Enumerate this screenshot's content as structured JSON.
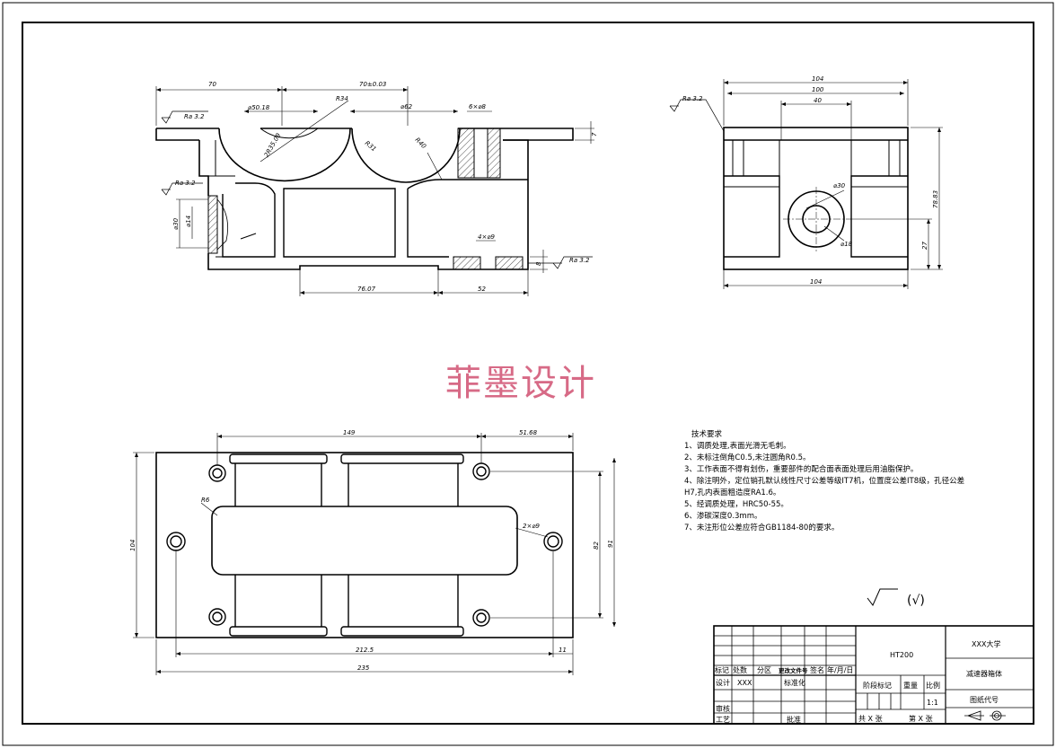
{
  "watermark": "菲墨设计",
  "roughness": {
    "ra": "Ra 3.2"
  },
  "front_view": {
    "dims": {
      "d70": "70",
      "d70tol": "70±0.03",
      "phi50": "⌀50.18",
      "r34": "R34",
      "r35": "2R35.09",
      "phi62": "⌀62",
      "r31": "R31",
      "r40": "R40",
      "holes_top": "6×⌀8",
      "d7": "7",
      "phi30": "⌀30",
      "phi14": "⌀14",
      "holes_bottom": "4×⌀9",
      "d8": "8",
      "d7607": "76.07",
      "d52": "52"
    }
  },
  "side_view": {
    "dims": {
      "w104_top": "104",
      "w100": "100",
      "w40": "40",
      "phi30": "⌀30",
      "phi18": "⌀18",
      "h7883": "78.83",
      "h27": "27",
      "w104_bottom": "104"
    }
  },
  "top_view": {
    "dims": {
      "d149": "149",
      "d5168": "51.68",
      "r6": "R6",
      "holes": "2×⌀9",
      "h104": "104",
      "h82": "82",
      "h91": "91",
      "d2125": "212.5",
      "d11": "11",
      "d235": "235"
    }
  },
  "tech_requirements": {
    "title": "技术要求",
    "items": [
      "1、调质处理,表面光滑无毛刺。",
      "2、未标注倒角C0.5,未注圆角R0.5。",
      "3、工作表面不得有划伤，重要部件的配合面表面处理后用油脂保护。",
      "4、除注明外，定位销孔默认线性尺寸公差等级IT7机，位置度公差IT8级，孔径公差",
      "H7,孔内表面粗造度RA1.6。",
      "5、经调质处理，HRC50-55。",
      "6、渗碳深度0.3mm。",
      "7、未注形位公差应符合GB1184-80的要求。"
    ]
  },
  "other_finish": "(√)",
  "title_block": {
    "material": "HT200",
    "university": "XXX大学",
    "part_name": "减速器箱体",
    "drawing_code": "图纸代号",
    "mark": "标记",
    "count": "处数",
    "zone": "分区",
    "change_doc": "更改文件号",
    "sign": "签名",
    "date": "年/月/日",
    "design": "设计",
    "designer": "XXX",
    "standard": "标准化",
    "stage": "阶段标记",
    "weight": "重量",
    "scale": "比例",
    "scale_value": "1:1",
    "review": "审核",
    "process": "工艺",
    "approve": "批准",
    "total": "共  X  张",
    "sheet": "第  X  张"
  }
}
